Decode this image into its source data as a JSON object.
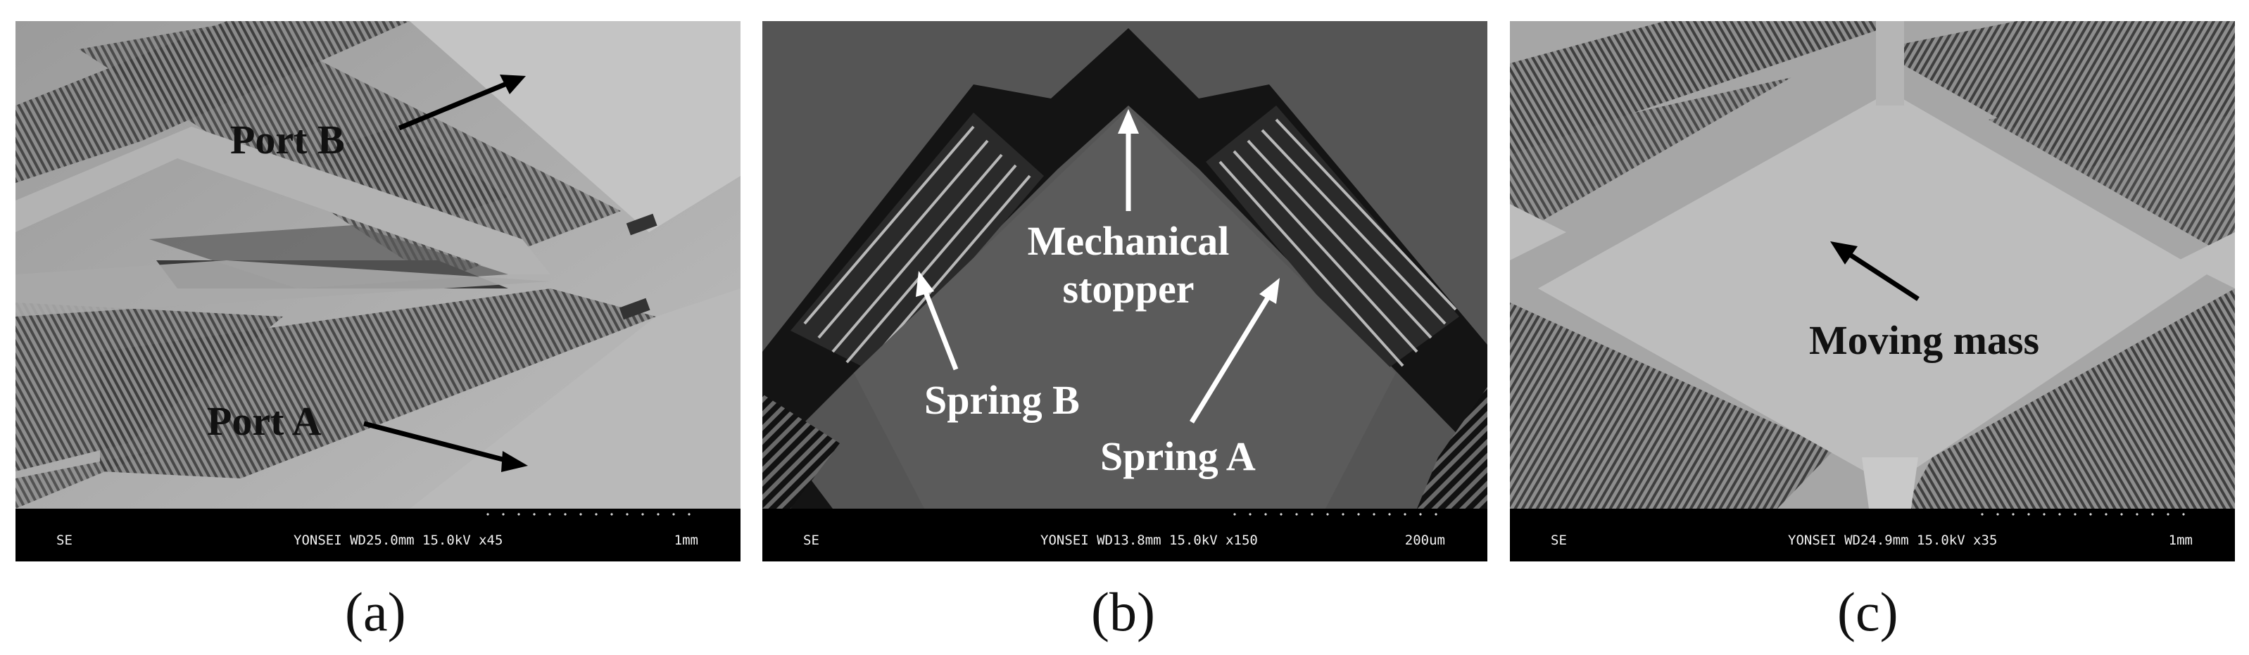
{
  "panels": [
    {
      "id": "a",
      "caption": "(a)",
      "labels": {
        "port_b": "Port B",
        "port_a": "Port A"
      },
      "infobar": {
        "mode": "SE",
        "meta": "YONSEI WD25.0mm 15.0kV x45",
        "scale": "1mm"
      }
    },
    {
      "id": "b",
      "caption": "(b)",
      "labels": {
        "mechanical_line1": "Mechanical",
        "mechanical_line2": "stopper",
        "spring_b": "Spring B",
        "spring_a": "Spring A"
      },
      "infobar": {
        "mode": "SE",
        "meta": "YONSEI WD13.8mm 15.0kV x150",
        "scale": "200um"
      }
    },
    {
      "id": "c",
      "caption": "(c)",
      "labels": {
        "moving_mass": "Moving mass"
      },
      "infobar": {
        "mode": "SE",
        "meta": "YONSEI WD24.9mm 15.0kV x35",
        "scale": "1mm"
      }
    }
  ]
}
